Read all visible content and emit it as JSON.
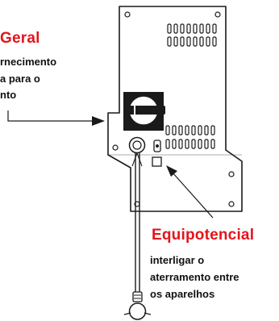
{
  "labels": {
    "left_title": "Geral",
    "left_lines": [
      "rnecimento",
      "a para o",
      "nto"
    ],
    "right_title": "Equipotencial",
    "right_lines": [
      "interligar o",
      "aterramento entre",
      "os aparelhos"
    ]
  },
  "colors": {
    "title_red": "#e3151b",
    "stroke": "#1a1a1a",
    "text": "#111111"
  }
}
